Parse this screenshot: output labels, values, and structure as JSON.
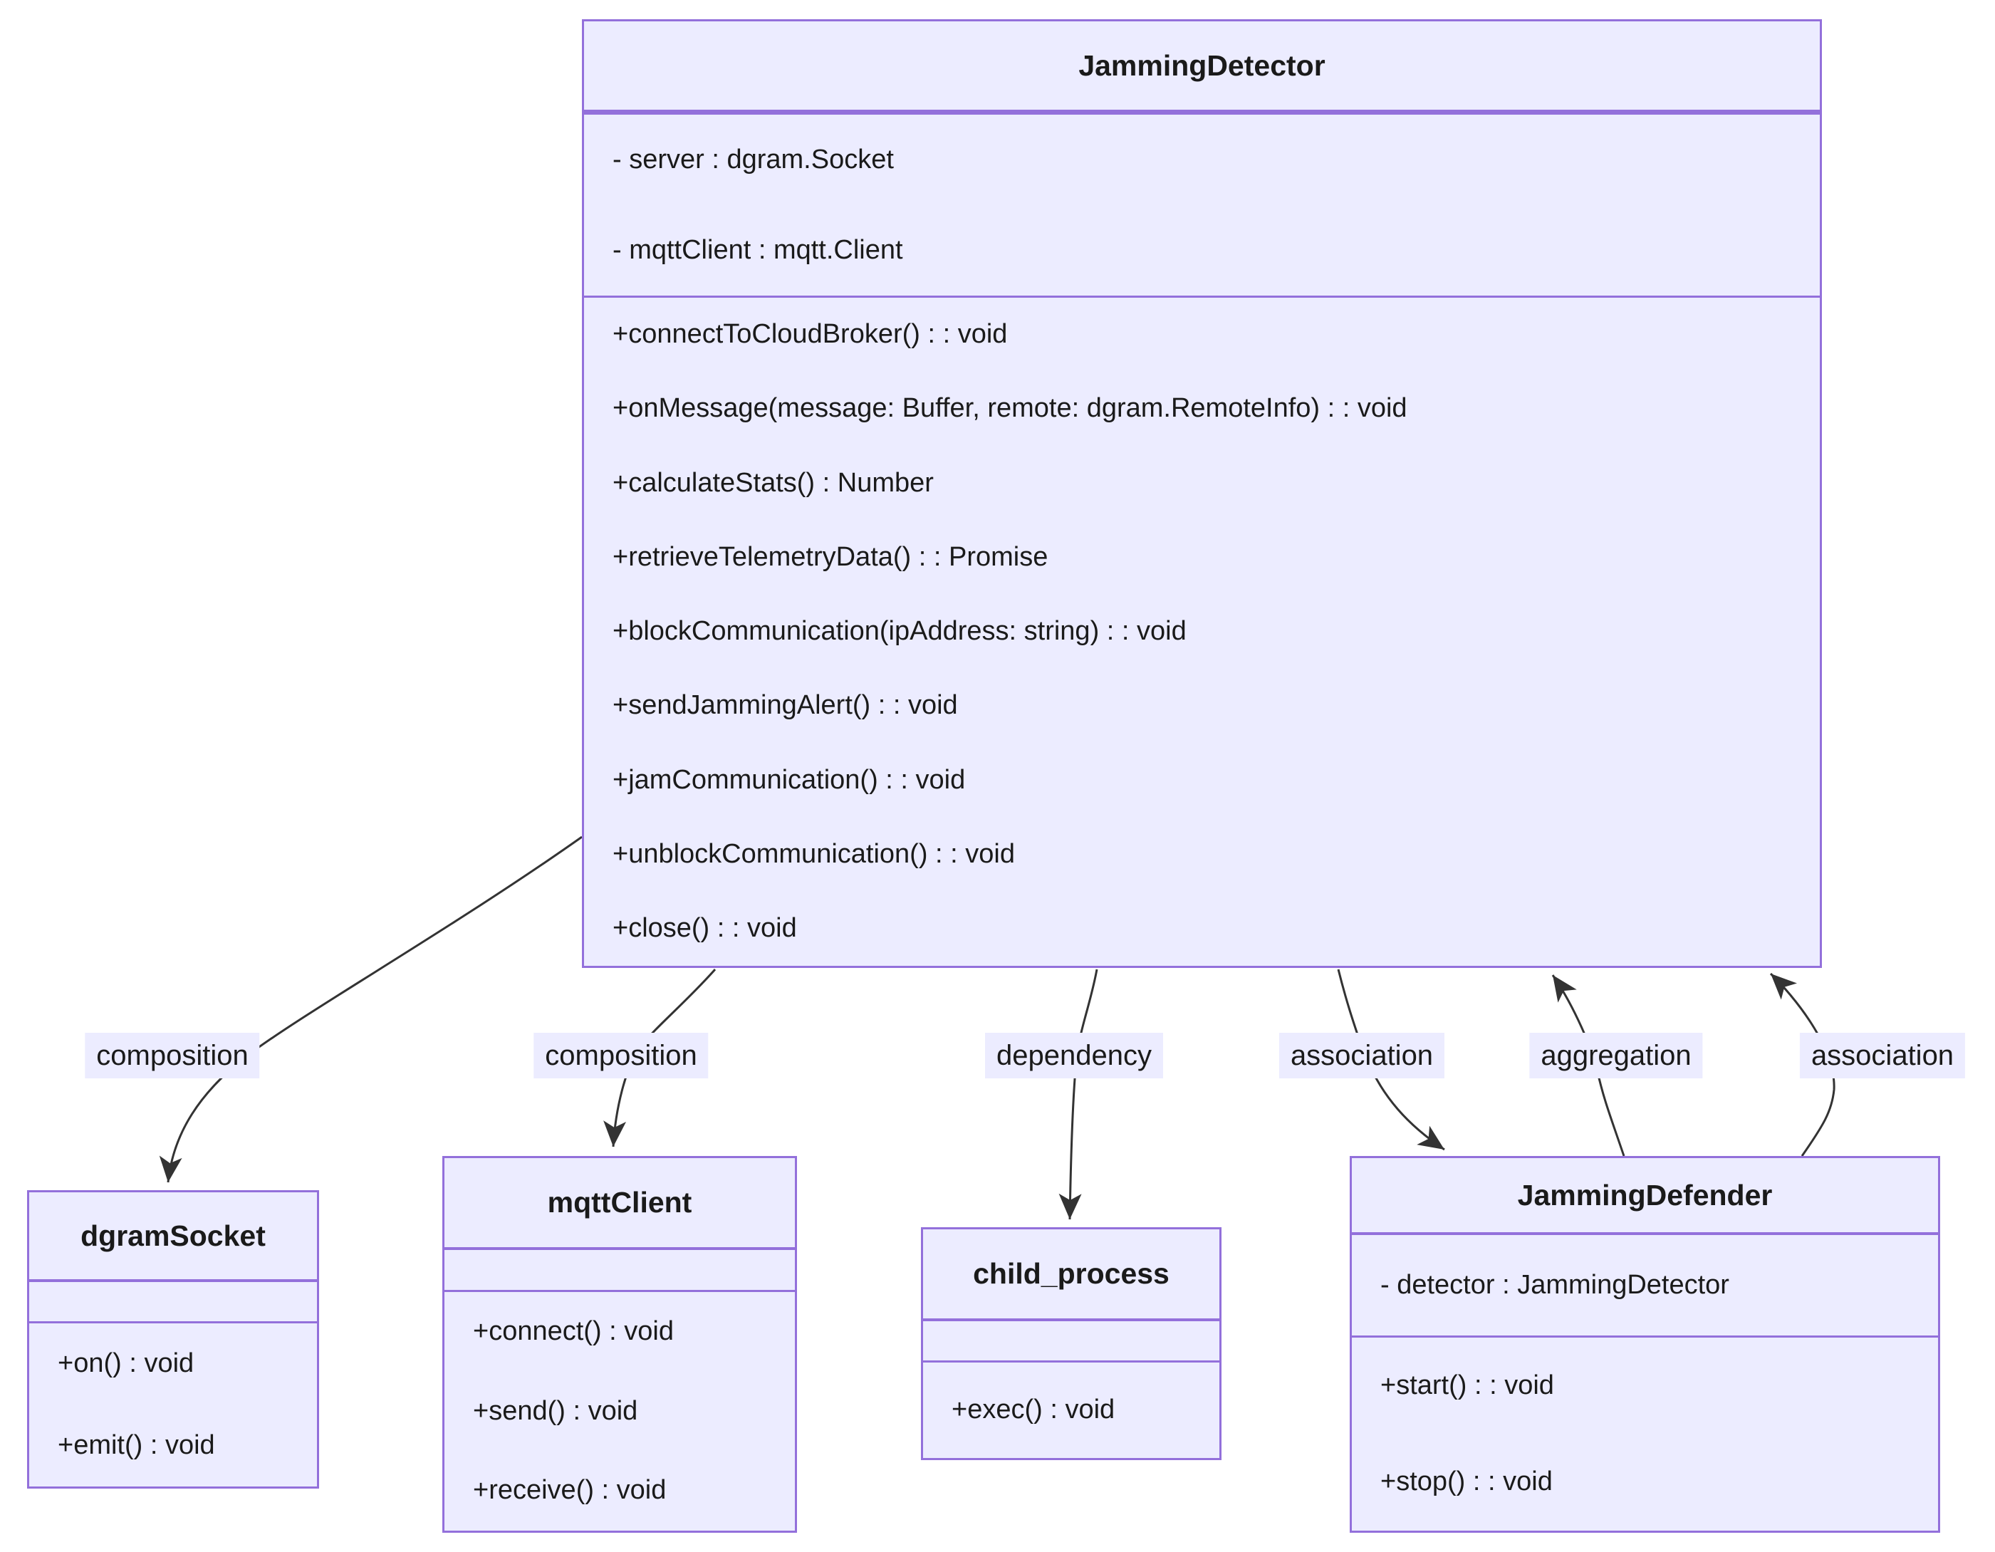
{
  "diagram": {
    "type": "uml-class-diagram",
    "classes": [
      {
        "id": "JammingDetector",
        "title": "JammingDetector",
        "attributes": [
          "- server : dgram.Socket",
          "- mqttClient : mqtt.Client"
        ],
        "methods": [
          "+connectToCloudBroker() : : void",
          "+onMessage(message: Buffer, remote: dgram.RemoteInfo) : : void",
          "+calculateStats() : Number",
          "+retrieveTelemetryData() : : Promise",
          "+blockCommunication(ipAddress: string) : : void",
          "+sendJammingAlert() : : void",
          "+jamCommunication() : : void",
          "+unblockCommunication() : : void",
          "+close() : : void"
        ]
      },
      {
        "id": "dgramSocket",
        "title": "dgramSocket",
        "attributes": [],
        "methods": [
          "+on() : void",
          "+emit() : void"
        ]
      },
      {
        "id": "mqttClient",
        "title": "mqttClient",
        "attributes": [],
        "methods": [
          "+connect() : void",
          "+send() : void",
          "+receive() : void"
        ]
      },
      {
        "id": "child_process",
        "title": "child_process",
        "attributes": [],
        "methods": [
          "+exec() : void"
        ]
      },
      {
        "id": "JammingDefender",
        "title": "JammingDefender",
        "attributes": [
          "- detector : JammingDetector"
        ],
        "methods": [
          "+start() : : void",
          "+stop() : : void"
        ]
      }
    ],
    "relationships": [
      {
        "label": "composition",
        "from": "JammingDetector",
        "to": "dgramSocket"
      },
      {
        "label": "composition",
        "from": "JammingDetector",
        "to": "mqttClient"
      },
      {
        "label": "dependency",
        "from": "JammingDetector",
        "to": "child_process"
      },
      {
        "label": "association",
        "from": "JammingDetector",
        "to": "JammingDefender"
      },
      {
        "label": "aggregation",
        "from": "JammingDefender",
        "to": "JammingDetector"
      },
      {
        "label": "association",
        "from": "JammingDefender",
        "to": "JammingDetector"
      }
    ],
    "colors": {
      "box_fill": "#ECECFF",
      "box_border": "#9370DB",
      "edge_line": "#333333",
      "text": "#1a1a1a",
      "label_bg": "#ECECFF"
    }
  }
}
